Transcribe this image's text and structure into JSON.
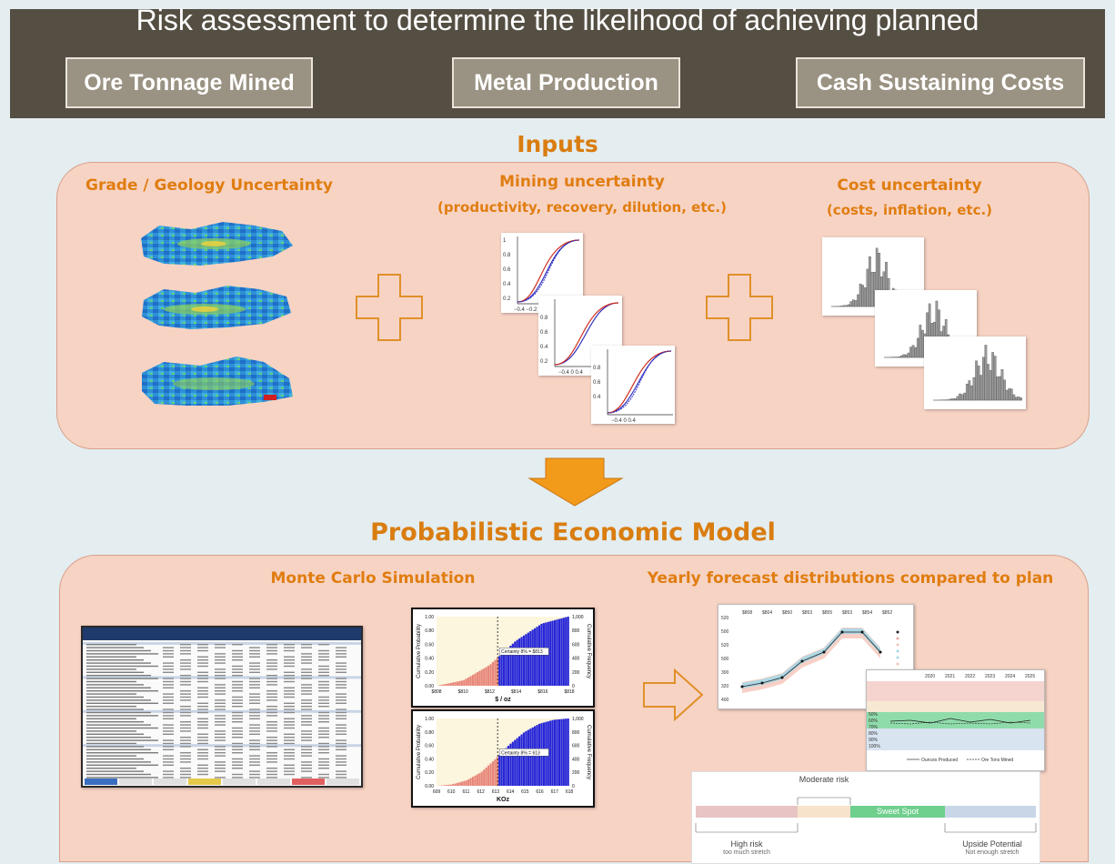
{
  "header": {
    "title": "Risk assessment to determine the likelihood of achieving planned",
    "categories": [
      "Ore Tonnage Mined",
      "Metal Production",
      "Cash Sustaining Costs"
    ]
  },
  "inputs": {
    "title": "Inputs",
    "grade": "Grade / Geology Uncertainty",
    "mining_line1": "Mining uncertainty",
    "mining_line2": "(productivity, recovery, dilution, etc.)",
    "cost_line1": "Cost uncertainty",
    "cost_line2": "(costs, inflation, etc.)"
  },
  "model": {
    "title": "Probabilistic Economic Model",
    "monte_carlo": "Monte Carlo Simulation",
    "yearly": "Yearly forecast distributions compared to plan"
  },
  "charts": {
    "cum_prob_label": "Cumulative Probability",
    "cum_freq_label": "Cumulative Frequency",
    "chart1_xlabel": "$ / oz",
    "chart2_xlabel": "KOz",
    "chart1_xticks": [
      "$808",
      "$810",
      "$812",
      "$814",
      "$816",
      "$818"
    ],
    "chart2_xticks": [
      "609",
      "610",
      "611",
      "612",
      "613",
      "614",
      "615",
      "616",
      "617",
      "618"
    ],
    "yticks_left": [
      "1.00",
      "0.80",
      "0.60",
      "0.40",
      "0.20",
      "0.00"
    ],
    "yticks_right": [
      "1,000",
      "800",
      "600",
      "400",
      "200",
      "0"
    ],
    "chart1_certainty": "Certainty 8% = $813",
    "chart2_certainty": "Certainty 8% = 613",
    "forecast_top_labels": [
      "$808",
      "$804",
      "$850",
      "$853",
      "$855",
      "$853",
      "$854",
      "$852"
    ],
    "forecast_y_ticks": [
      "520",
      "500",
      "520",
      "500",
      "300",
      "320",
      "400"
    ],
    "forecast_years": [
      "2020",
      "2021",
      "2022",
      "2023",
      "2024",
      "2025"
    ],
    "forecast_pcts": [
      "50%",
      "60%",
      "70%",
      "80%",
      "90%",
      "100%"
    ],
    "forecast_legend_ounces": "Ounces Produced",
    "forecast_legend_ore": "Ore Tons Mined"
  },
  "risk_scale": {
    "moderate": "Moderate risk",
    "sweet": "Sweet Spot",
    "high": "High risk",
    "high_sub": "too much stretch",
    "upside": "Upside Potential",
    "upside_sub": "Not enough stretch"
  },
  "chart_data": [
    {
      "type": "bar",
      "title": "",
      "xlabel": "$ / oz",
      "ylabel": "Cumulative Probability",
      "ylabel_right": "Cumulative Frequency",
      "categories": [
        "$808",
        "$810",
        "$812",
        "$814",
        "$816",
        "$818"
      ],
      "values": [
        0.0,
        0.08,
        0.3,
        0.65,
        0.9,
        1.0
      ],
      "ylim": [
        0,
        1.0
      ],
      "annotation": "Certainty 8% = $813"
    },
    {
      "type": "bar",
      "title": "",
      "xlabel": "KOz",
      "ylabel": "Cumulative Probability",
      "ylabel_right": "Cumulative Frequency",
      "categories": [
        "609",
        "610",
        "611",
        "612",
        "613",
        "614",
        "615",
        "616",
        "617",
        "618"
      ],
      "values": [
        0.0,
        0.02,
        0.08,
        0.2,
        0.4,
        0.62,
        0.8,
        0.92,
        0.98,
        1.0
      ],
      "ylim": [
        0,
        1.0
      ],
      "annotation": "Certainty 8% = 613"
    }
  ]
}
